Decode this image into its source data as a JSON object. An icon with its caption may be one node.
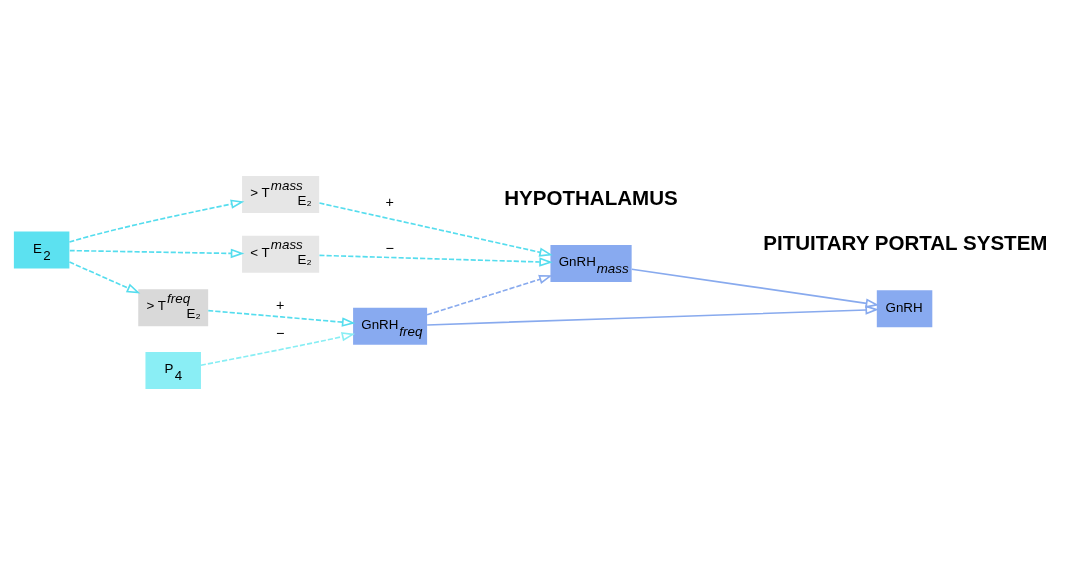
{
  "diagram": {
    "nodes": [
      {
        "text": [
          "E$_{2}$"
        ]
      },
      {
        "text": [
          "P$_{4}$"
        ]
      },
      {
        "text": [
          "> T$^{mass}$$_{E₂}$"
        ]
      },
      {
        "text": [
          "< T$^{mass}$$_{E₂}$"
        ]
      },
      {
        "text": [
          "> T$^{freq}$$_{E₂}$"
        ]
      },
      {
        "text": [
          "GnRH$_{freq}$"
        ]
      },
      {
        "text": [
          "GnRH$_{mass}$"
        ]
      },
      {
        "text": [
          "GnRH"
        ]
      }
    ],
    "edges": [
      {
        "from": 0,
        "to": 2,
        "arrow": "to",
        "style": "dashed"
      },
      {
        "from": 0,
        "to": 3,
        "arrow": "to",
        "style": "dashed"
      },
      {
        "from": 0,
        "to": 4,
        "arrow": "to",
        "style": "dashed"
      },
      {
        "from": 1,
        "to": 5,
        "arrow": "to",
        "style": "dashed",
        "color": "#88eef4",
        "label": "−"
      },
      {
        "from": 2,
        "to": 6,
        "arrow": "to",
        "style": "dashed",
        "label": "+"
      },
      {
        "from": 3,
        "to": 6,
        "arrow": "to",
        "style": "dashed",
        "label": "−"
      },
      {
        "from": 4,
        "to": 5,
        "arrow": "to",
        "style": "dashed",
        "label": "+"
      },
      {
        "from": 5,
        "to": 6,
        "arrow": "to",
        "style": "dashed",
        "color": "#88aaee"
      },
      {
        "from": 5,
        "to": 7,
        "arrow": "to",
        "color": "#88aaee"
      },
      {
        "from": 6,
        "to": 7,
        "arrow": "to",
        "color": "#88aaee"
      }
    ],
    "labels": [
      "HYPOTHALAMUS",
      "PITUITARY PORTAL SYSTEM"
    ]
  }
}
